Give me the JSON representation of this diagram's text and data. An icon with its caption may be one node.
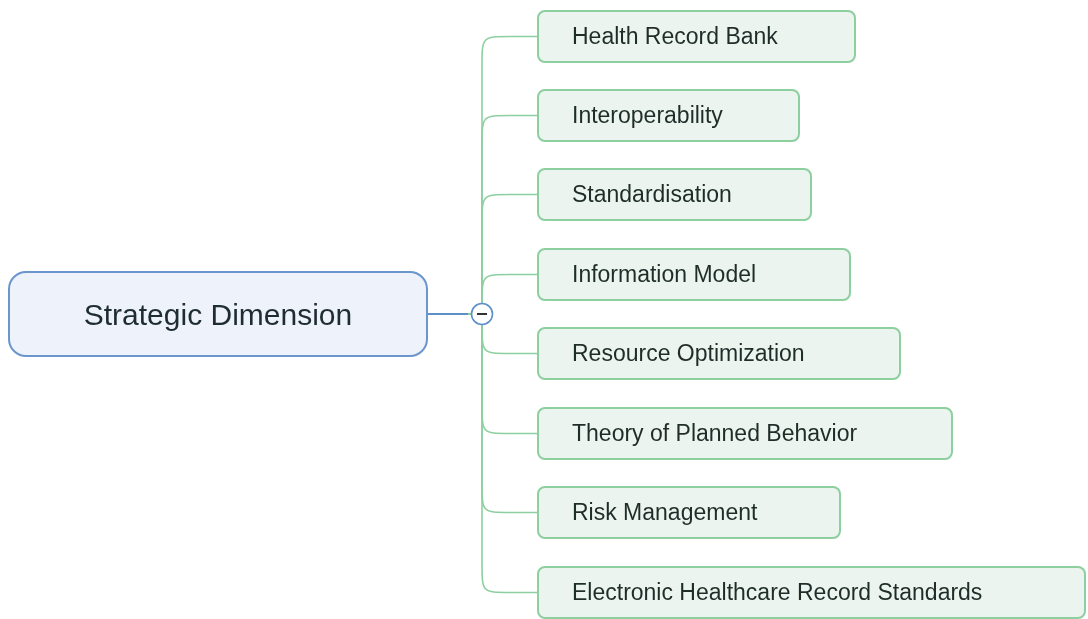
{
  "diagram": {
    "nodes": [
      {
        "text": [
          "Strategic Dimension"
        ]
      },
      {
        "text": [
          "Health Record Bank"
        ]
      },
      {
        "text": [
          "Interoperability"
        ]
      },
      {
        "text": [
          "Standardisation"
        ]
      },
      {
        "text": [
          "Information Model"
        ]
      },
      {
        "text": [
          "Resource Optimization"
        ]
      },
      {
        "text": [
          "Theory of Planned Behavior"
        ]
      },
      {
        "text": [
          "Risk Management"
        ]
      },
      {
        "text": [
          "Electronic Healthcare Record Standards"
        ]
      }
    ],
    "edges": [
      {
        "from": 0,
        "to": 1,
        "arrow": "none"
      },
      {
        "from": 0,
        "to": 2,
        "arrow": "none"
      },
      {
        "from": 0,
        "to": 3,
        "arrow": "none"
      },
      {
        "from": 0,
        "to": 4,
        "arrow": "none"
      },
      {
        "from": 0,
        "to": 5,
        "arrow": "none"
      },
      {
        "from": 0,
        "to": 6,
        "arrow": "none"
      },
      {
        "from": 0,
        "to": 7,
        "arrow": "none"
      },
      {
        "from": 0,
        "to": 8,
        "arrow": "none"
      }
    ]
  }
}
